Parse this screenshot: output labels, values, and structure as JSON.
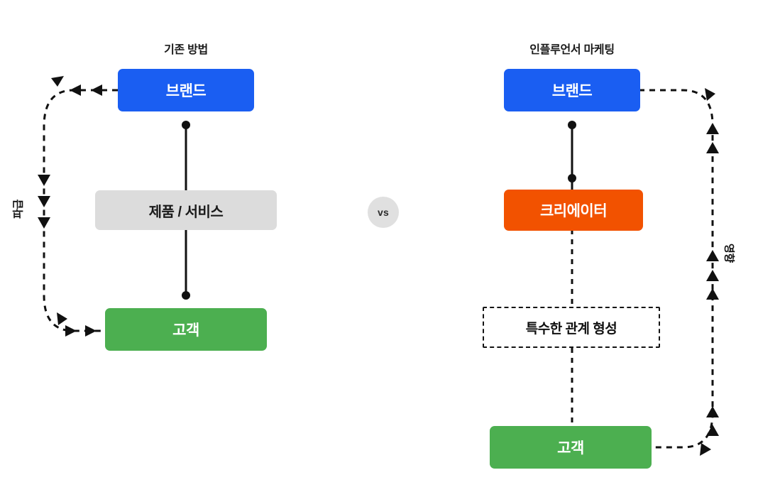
{
  "diagram": {
    "type": "comparison-flow",
    "background": "#ffffff",
    "colors": {
      "brand": "#1a5ef2",
      "customer": "#4caf50",
      "creator": "#f25200",
      "product": "#dcdcdc",
      "relationship_border": "#141414",
      "vs_badge_bg": "#e0e0e0",
      "edge": "#111111"
    },
    "vs_label": "vs",
    "panels": [
      {
        "id": "traditional",
        "title": "기존 방법",
        "nodes": [
          {
            "id": "brand",
            "label": "브랜드",
            "style": "blue"
          },
          {
            "id": "product",
            "label": "제품 / 서비스",
            "style": "grey"
          },
          {
            "id": "customer",
            "label": "고객",
            "style": "green"
          }
        ],
        "edge_label": "파급",
        "flow": [
          "브랜드",
          "제품 / 서비스",
          "고객"
        ]
      },
      {
        "id": "influencer",
        "title": "인플루언서 마케팅",
        "nodes": [
          {
            "id": "brand",
            "label": "브랜드",
            "style": "blue"
          },
          {
            "id": "creator",
            "label": "크리에이터",
            "style": "orange"
          },
          {
            "id": "relationship",
            "label": "특수한 관계 형성",
            "style": "dashed"
          },
          {
            "id": "customer",
            "label": "고객",
            "style": "green"
          }
        ],
        "edge_label": "영향",
        "flow": [
          "브랜드",
          "크리에이터",
          "특수한 관계 형성",
          "고객"
        ]
      }
    ]
  }
}
